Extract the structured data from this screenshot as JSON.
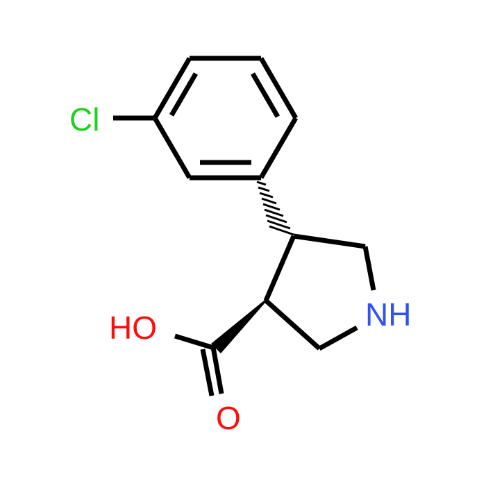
{
  "atoms": {
    "chlorine": {
      "label": "Cl",
      "color": "#1fd01f"
    },
    "amine": {
      "label": "NH",
      "color": "#3050f8"
    },
    "hydroxyl": {
      "label": "HO",
      "color": "#ff0d0d"
    },
    "carbonyl_oxygen": {
      "label": "O",
      "color": "#ff0d0d"
    }
  },
  "bond_color": "#000000"
}
